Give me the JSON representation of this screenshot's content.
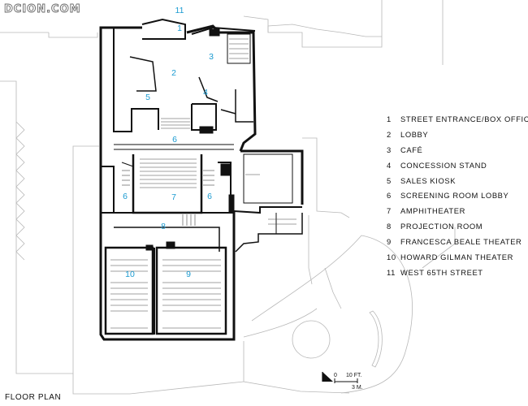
{
  "watermark": "DCION.COM",
  "caption": "FLOOR PLAN",
  "legend": [
    {
      "number": "1",
      "label": "STREET ENTRANCE/BOX OFFICE"
    },
    {
      "number": "2",
      "label": "LOBBY"
    },
    {
      "number": "3",
      "label": "CAFÉ"
    },
    {
      "number": "4",
      "label": "CONCESSION STAND"
    },
    {
      "number": "5",
      "label": "SALES KIOSK"
    },
    {
      "number": "6",
      "label": "SCREENING ROOM LOBBY"
    },
    {
      "number": "7",
      "label": "AMPHITHEATER"
    },
    {
      "number": "8",
      "label": "PROJECTION ROOM"
    },
    {
      "number": "9",
      "label": "FRANCESCA BEALE THEATER"
    },
    {
      "number": "10",
      "label": "HOWARD GILMAN THEATER"
    },
    {
      "number": "11",
      "label": "WEST 65TH STREET"
    }
  ],
  "scale": {
    "zero": "0",
    "feet": "10 FT.",
    "meters": "3 M."
  },
  "plan_labels": {
    "n1": "1",
    "n2": "2",
    "n3": "3",
    "n4": "4",
    "n5": "5",
    "n6a": "6",
    "n6b": "6",
    "n6c": "6",
    "n7": "7",
    "n8": "8",
    "n9": "9",
    "n10": "10",
    "n11": "11"
  },
  "colors": {
    "room_number": "#1b9bd1",
    "wall": "#111111",
    "context": "#b5b5b5"
  }
}
